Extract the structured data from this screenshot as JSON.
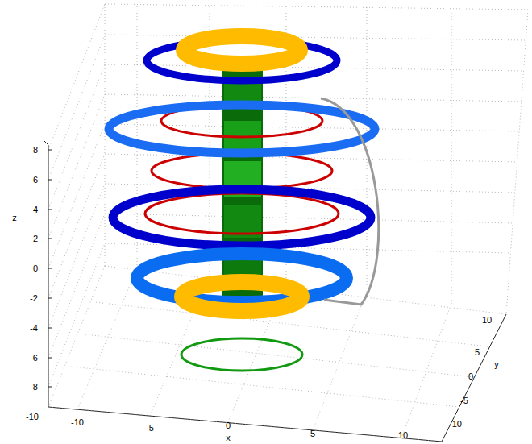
{
  "diagram": {
    "labels": [
      "8",
      "6",
      "4",
      "2",
      "0",
      "-2",
      "-4",
      "-6",
      "-8",
      "-10",
      "z",
      "-10",
      "-5",
      "0",
      "5",
      "10",
      "x",
      "10",
      "5",
      "0",
      "-5",
      "-10",
      "y"
    ]
  }
}
